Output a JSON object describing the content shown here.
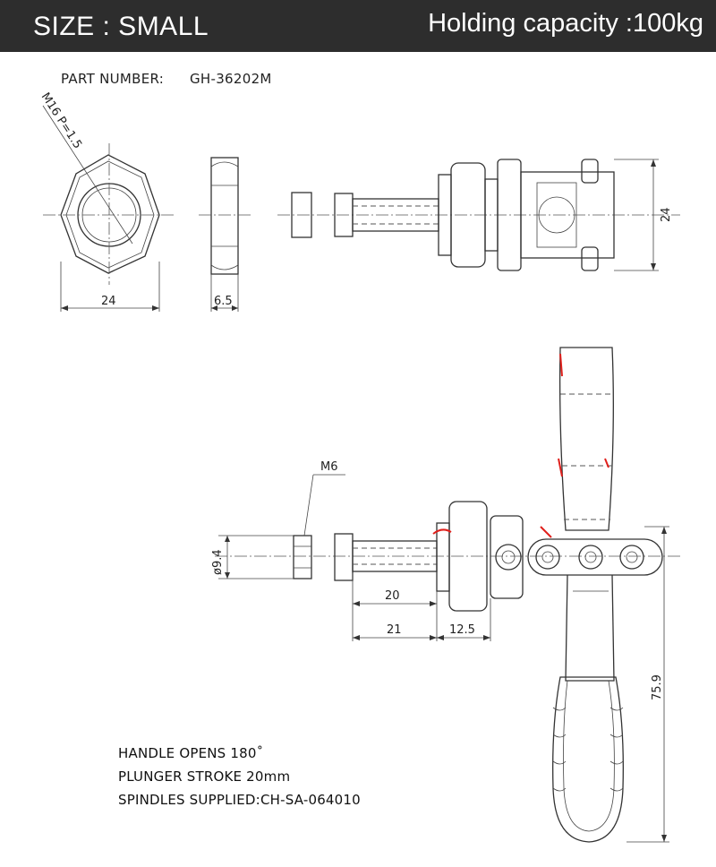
{
  "header": {
    "size_label": "SIZE : SMALL",
    "capacity_label": "Holding capacity :100kg"
  },
  "part": {
    "label": "PART NUMBER:",
    "number": "GH-36202M"
  },
  "dimensions": {
    "thread": "M16 P=1.5",
    "nut_width": "24",
    "nut_thickness": "6.5",
    "head_height": "24",
    "screw": "M6",
    "diameter": "ø9.4",
    "stroke": "20",
    "spindle_len": "21",
    "body_len": "12.5",
    "height": "75.9"
  },
  "notes": {
    "line1": "HANDLE OPENS 180˚",
    "line2": "PLUNGER STROKE 20mm",
    "line3": "SPINDLES SUPPLIED:CH-SA-064010"
  },
  "colors": {
    "header_bg": "#2d2d2d",
    "header_text": "#ffffff",
    "line": "#333333",
    "accent_red": "#e0201c"
  }
}
